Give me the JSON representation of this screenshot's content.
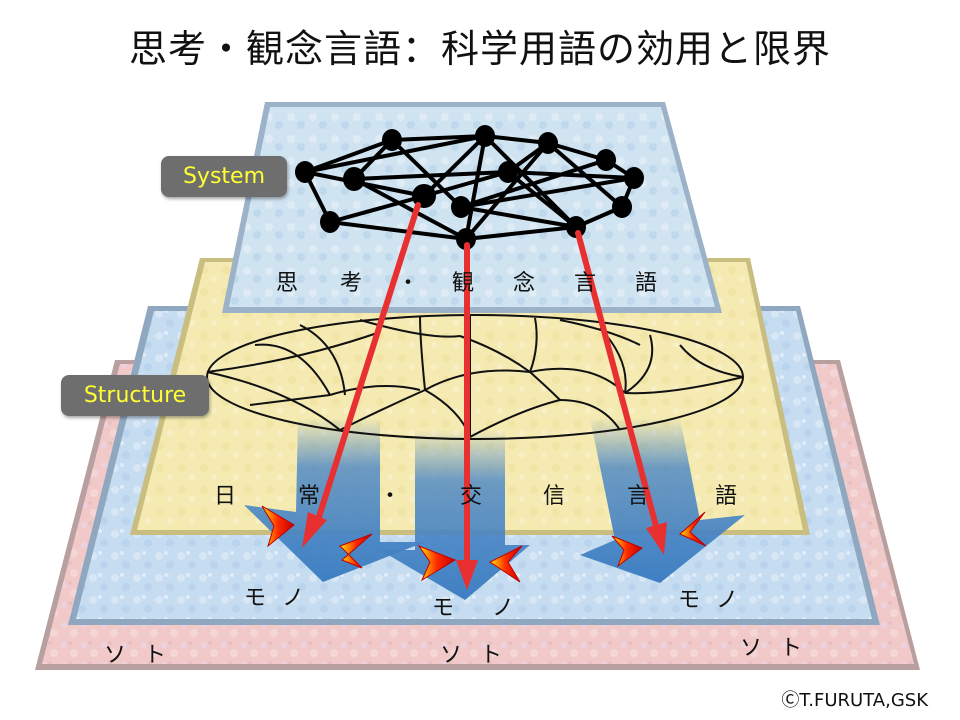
{
  "title": "思考・観念言語：科学用語の効用と限界",
  "labels": {
    "system": "System",
    "structure": "Structure"
  },
  "layers": {
    "system_chars": [
      "思",
      "考",
      "・",
      "観",
      "念",
      "言",
      "語"
    ],
    "structure_chars": [
      "日",
      "常",
      "・",
      "交",
      "信",
      "言",
      "語"
    ],
    "mono": [
      "モノ",
      "モ　ノ",
      "モノ"
    ],
    "soto": [
      "ソト",
      "ソト",
      "ソト"
    ]
  },
  "copyright": "ⒸT.FURUTA,GSK"
}
